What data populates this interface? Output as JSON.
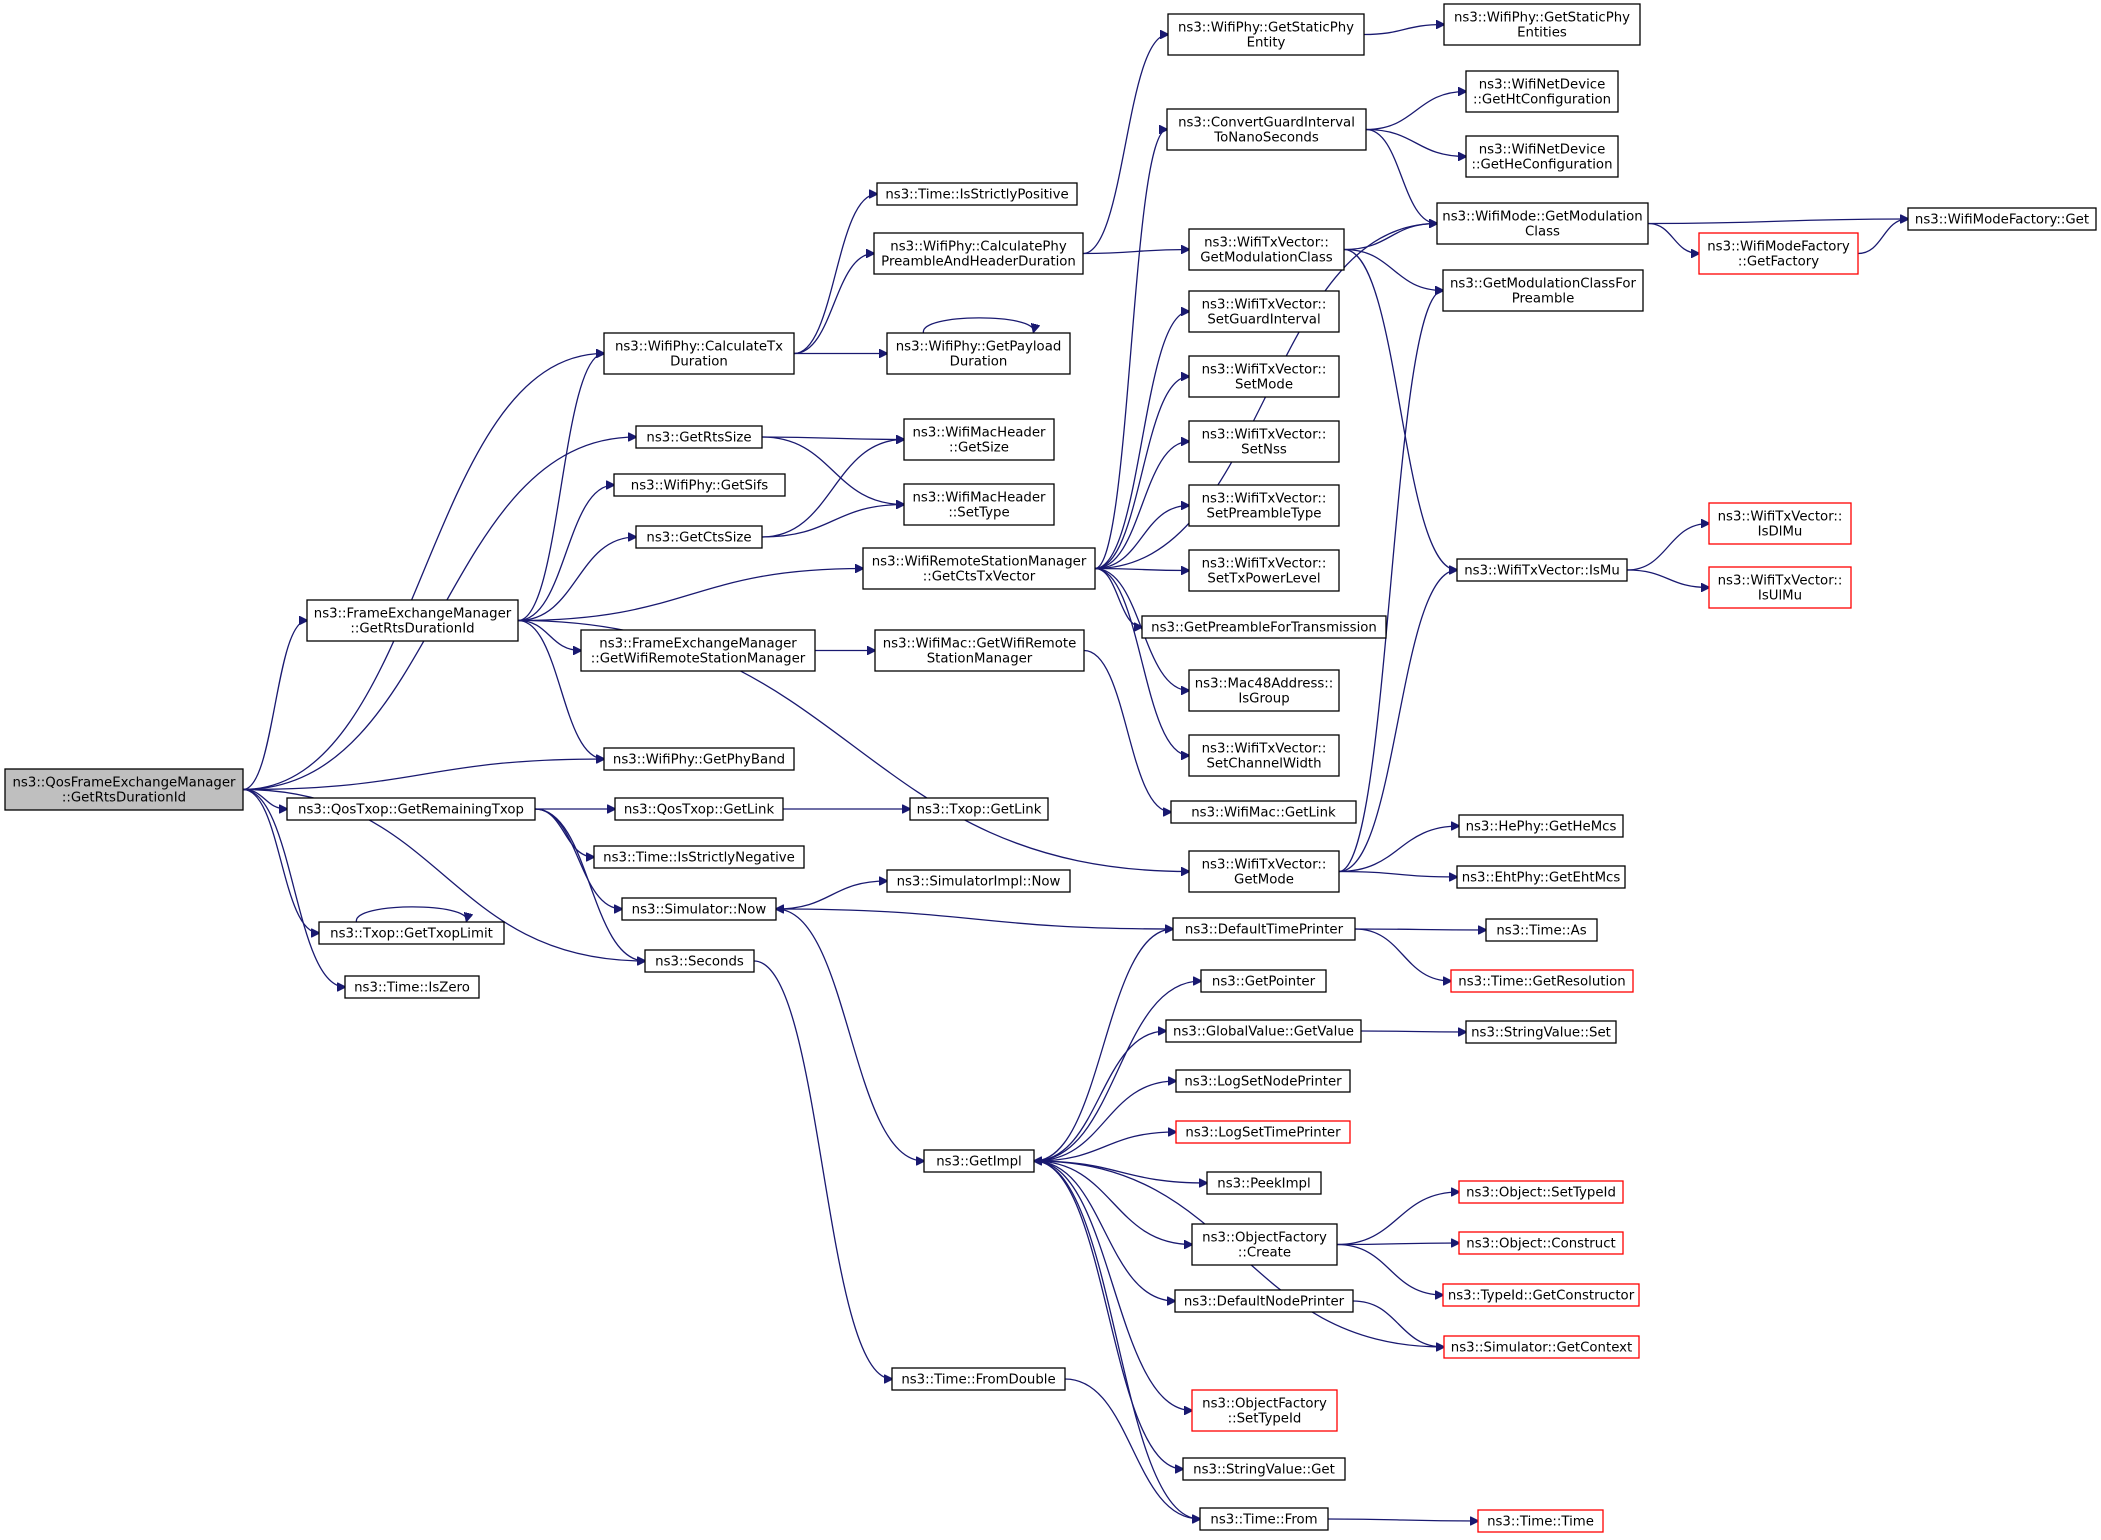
{
  "colors": {
    "edge": "#191970",
    "node_border": "#000000",
    "truncated_border": "#ff0000",
    "root_fill": "#bfbfbf",
    "node_fill": "#ffffff"
  },
  "nodes": [
    {
      "id": "root",
      "lines": [
        "ns3::QosFrameExchangeManager",
        "::GetRtsDurationId"
      ],
      "style": "root"
    },
    {
      "id": "calcTx",
      "lines": [
        "ns3::WifiPhy::CalculateTx",
        "Duration"
      ]
    },
    {
      "id": "getRtsSize",
      "lines": [
        "ns3::GetRtsSize"
      ]
    },
    {
      "id": "getSifs",
      "lines": [
        "ns3::WifiPhy::GetSifs"
      ]
    },
    {
      "id": "getCtsSize",
      "lines": [
        "ns3::GetCtsSize"
      ]
    },
    {
      "id": "femGetRts",
      "lines": [
        "ns3::FrameExchangeManager",
        "::GetRtsDurationId"
      ]
    },
    {
      "id": "femGetWrsm",
      "lines": [
        "ns3::FrameExchangeManager",
        "::GetWifiRemoteStationManager"
      ]
    },
    {
      "id": "getPhyBand",
      "lines": [
        "ns3::WifiPhy::GetPhyBand"
      ]
    },
    {
      "id": "getRemTxop",
      "lines": [
        "ns3::QosTxop::GetRemainingTxop"
      ]
    },
    {
      "id": "getTxopLimit",
      "lines": [
        "ns3::Txop::GetTxopLimit"
      ]
    },
    {
      "id": "isZero",
      "lines": [
        "ns3::Time::IsZero"
      ]
    },
    {
      "id": "isStrictlyPos",
      "lines": [
        "ns3::Time::IsStrictlyPositive"
      ]
    },
    {
      "id": "calcPreamble",
      "lines": [
        "ns3::WifiPhy::CalculatePhy",
        "PreambleAndHeaderDuration"
      ]
    },
    {
      "id": "getPayload",
      "lines": [
        "ns3::WifiPhy::GetPayload",
        "Duration"
      ]
    },
    {
      "id": "macGetSize",
      "lines": [
        "ns3::WifiMacHeader",
        "::GetSize"
      ]
    },
    {
      "id": "macSetType",
      "lines": [
        "ns3::WifiMacHeader",
        "::SetType"
      ]
    },
    {
      "id": "getCtsTxVector",
      "lines": [
        "ns3::WifiRemoteStationManager",
        "::GetCtsTxVector"
      ]
    },
    {
      "id": "macGetWrsm",
      "lines": [
        "ns3::WifiMac::GetWifiRemote",
        "StationManager"
      ]
    },
    {
      "id": "qosGetLink",
      "lines": [
        "ns3::QosTxop::GetLink"
      ]
    },
    {
      "id": "isStrictlyNeg",
      "lines": [
        "ns3::Time::IsStrictlyNegative"
      ]
    },
    {
      "id": "simNow",
      "lines": [
        "ns3::Simulator::Now"
      ]
    },
    {
      "id": "seconds",
      "lines": [
        "ns3::Seconds"
      ]
    },
    {
      "id": "txopGetLink",
      "lines": [
        "ns3::Txop::GetLink"
      ]
    },
    {
      "id": "simImplNow",
      "lines": [
        "ns3::SimulatorImpl::Now"
      ]
    },
    {
      "id": "getImpl",
      "lines": [
        "ns3::GetImpl"
      ]
    },
    {
      "id": "fromDouble",
      "lines": [
        "ns3::Time::FromDouble"
      ]
    },
    {
      "id": "getStaticPhy",
      "lines": [
        "ns3::WifiPhy::GetStaticPhy",
        "Entity"
      ]
    },
    {
      "id": "convertGI",
      "lines": [
        "ns3::ConvertGuardInterval",
        "ToNanoSeconds"
      ]
    },
    {
      "id": "txvGetModClass",
      "lines": [
        "ns3::WifiTxVector::",
        "GetModulationClass"
      ]
    },
    {
      "id": "setGI",
      "lines": [
        "ns3::WifiTxVector::",
        "SetGuardInterval"
      ]
    },
    {
      "id": "setMode",
      "lines": [
        "ns3::WifiTxVector::",
        "SetMode"
      ]
    },
    {
      "id": "setNss",
      "lines": [
        "ns3::WifiTxVector::",
        "SetNss"
      ]
    },
    {
      "id": "setPreambleType",
      "lines": [
        "ns3::WifiTxVector::",
        "SetPreambleType"
      ]
    },
    {
      "id": "setTxPower",
      "lines": [
        "ns3::WifiTxVector::",
        "SetTxPowerLevel"
      ]
    },
    {
      "id": "getPreambleTx",
      "lines": [
        "ns3::GetPreambleForTransmission"
      ]
    },
    {
      "id": "isGroup",
      "lines": [
        "ns3::Mac48Address::",
        "IsGroup"
      ]
    },
    {
      "id": "setChWidth",
      "lines": [
        "ns3::WifiTxVector::",
        "SetChannelWidth"
      ]
    },
    {
      "id": "macGetLink",
      "lines": [
        "ns3::WifiMac::GetLink"
      ]
    },
    {
      "id": "txvGetMode",
      "lines": [
        "ns3::WifiTxVector::",
        "GetMode"
      ]
    },
    {
      "id": "defTimePrinter",
      "lines": [
        "ns3::DefaultTimePrinter"
      ]
    },
    {
      "id": "getPointer",
      "lines": [
        "ns3::GetPointer"
      ]
    },
    {
      "id": "gvGetValue",
      "lines": [
        "ns3::GlobalValue::GetValue"
      ]
    },
    {
      "id": "logSetNode",
      "lines": [
        "ns3::LogSetNodePrinter"
      ]
    },
    {
      "id": "logSetTime",
      "lines": [
        "ns3::LogSetTimePrinter"
      ],
      "style": "truncated"
    },
    {
      "id": "peekImpl",
      "lines": [
        "ns3::PeekImpl"
      ]
    },
    {
      "id": "ofCreate",
      "lines": [
        "ns3::ObjectFactory",
        "::Create"
      ]
    },
    {
      "id": "defNodePrinter",
      "lines": [
        "ns3::DefaultNodePrinter"
      ]
    },
    {
      "id": "ofSetTypeId",
      "lines": [
        "ns3::ObjectFactory",
        "::SetTypeId"
      ],
      "style": "truncated"
    },
    {
      "id": "svGet",
      "lines": [
        "ns3::StringValue::Get"
      ]
    },
    {
      "id": "timeFrom",
      "lines": [
        "ns3::Time::From"
      ]
    },
    {
      "id": "getStaticPhyEnt",
      "lines": [
        "ns3::WifiPhy::GetStaticPhy",
        "Entities"
      ]
    },
    {
      "id": "getHtConf",
      "lines": [
        "ns3::WifiNetDevice",
        "::GetHtConfiguration"
      ]
    },
    {
      "id": "getHeConf",
      "lines": [
        "ns3::WifiNetDevice",
        "::GetHeConfiguration"
      ]
    },
    {
      "id": "modeGetModClass",
      "lines": [
        "ns3::WifiMode::GetModulation",
        "Class"
      ]
    },
    {
      "id": "getModClassPre",
      "lines": [
        "ns3::GetModulationClassFor",
        "Preamble"
      ]
    },
    {
      "id": "txvIsMu",
      "lines": [
        "ns3::WifiTxVector::IsMu"
      ]
    },
    {
      "id": "heGetHeMcs",
      "lines": [
        "ns3::HePhy::GetHeMcs"
      ]
    },
    {
      "id": "ehtGetEhtMcs",
      "lines": [
        "ns3::EhtPhy::GetEhtMcs"
      ]
    },
    {
      "id": "timeAs",
      "lines": [
        "ns3::Time::As"
      ]
    },
    {
      "id": "timeGetRes",
      "lines": [
        "ns3::Time::GetResolution"
      ],
      "style": "truncated"
    },
    {
      "id": "svSet",
      "lines": [
        "ns3::StringValue::Set"
      ]
    },
    {
      "id": "objSetTypeId",
      "lines": [
        "ns3::Object::SetTypeId"
      ],
      "style": "truncated"
    },
    {
      "id": "objConstruct",
      "lines": [
        "ns3::Object::Construct"
      ],
      "style": "truncated"
    },
    {
      "id": "typeIdGetCtor",
      "lines": [
        "ns3::TypeId::GetConstructor"
      ],
      "style": "truncated"
    },
    {
      "id": "simGetContext",
      "lines": [
        "ns3::Simulator::GetContext"
      ],
      "style": "truncated"
    },
    {
      "id": "timeTime",
      "lines": [
        "ns3::Time::Time"
      ],
      "style": "truncated"
    },
    {
      "id": "modeFactoryGet",
      "lines": [
        "ns3::WifiModeFactory::Get"
      ]
    },
    {
      "id": "modeFactoryGetFactory",
      "lines": [
        "ns3::WifiModeFactory",
        "::GetFactory"
      ],
      "style": "truncated"
    },
    {
      "id": "isDlMu",
      "lines": [
        "ns3::WifiTxVector::",
        "IsDlMu"
      ],
      "style": "truncated"
    },
    {
      "id": "isUlMu",
      "lines": [
        "ns3::WifiTxVector::",
        "IsUlMu"
      ],
      "style": "truncated"
    }
  ],
  "edges": [
    [
      "root",
      "calcTx"
    ],
    [
      "root",
      "getRtsSize"
    ],
    [
      "root",
      "femGetRts"
    ],
    [
      "root",
      "getPhyBand"
    ],
    [
      "root",
      "getRemTxop"
    ],
    [
      "root",
      "getTxopLimit"
    ],
    [
      "root",
      "isZero"
    ],
    [
      "root",
      "seconds"
    ],
    [
      "calcTx",
      "isStrictlyPos"
    ],
    [
      "calcTx",
      "calcPreamble"
    ],
    [
      "calcTx",
      "getPayload"
    ],
    [
      "getRtsSize",
      "macGetSize"
    ],
    [
      "getRtsSize",
      "macSetType"
    ],
    [
      "getCtsSize",
      "macGetSize"
    ],
    [
      "getCtsSize",
      "macSetType"
    ],
    [
      "femGetRts",
      "calcTx"
    ],
    [
      "femGetRts",
      "getSifs"
    ],
    [
      "femGetRts",
      "getCtsSize"
    ],
    [
      "femGetRts",
      "getCtsTxVector"
    ],
    [
      "femGetRts",
      "femGetWrsm"
    ],
    [
      "femGetRts",
      "getPhyBand"
    ],
    [
      "femGetRts",
      "txvGetMode"
    ],
    [
      "femGetWrsm",
      "macGetWrsm"
    ],
    [
      "getRemTxop",
      "qosGetLink"
    ],
    [
      "getRemTxop",
      "isStrictlyNeg"
    ],
    [
      "getRemTxop",
      "simNow"
    ],
    [
      "getRemTxop",
      "seconds"
    ],
    [
      "getTxopLimit",
      "getTxopLimit"
    ],
    [
      "calcPreamble",
      "getStaticPhy"
    ],
    [
      "calcPreamble",
      "txvGetModClass"
    ],
    [
      "getPayload",
      "getPayload"
    ],
    [
      "getCtsTxVector",
      "convertGI"
    ],
    [
      "getCtsTxVector",
      "modeGetModClass"
    ],
    [
      "getCtsTxVector",
      "setGI"
    ],
    [
      "getCtsTxVector",
      "setMode"
    ],
    [
      "getCtsTxVector",
      "setNss"
    ],
    [
      "getCtsTxVector",
      "setPreambleType"
    ],
    [
      "getCtsTxVector",
      "setTxPower"
    ],
    [
      "getCtsTxVector",
      "getPreambleTx"
    ],
    [
      "getCtsTxVector",
      "isGroup"
    ],
    [
      "getCtsTxVector",
      "setChWidth"
    ],
    [
      "macGetWrsm",
      "macGetLink"
    ],
    [
      "qosGetLink",
      "txopGetLink"
    ],
    [
      "simNow",
      "simImplNow"
    ],
    [
      "simNow",
      "getImpl"
    ],
    [
      "seconds",
      "fromDouble"
    ],
    [
      "fromDouble",
      "timeFrom"
    ],
    [
      "getImpl",
      "defTimePrinter"
    ],
    [
      "getImpl",
      "getPointer"
    ],
    [
      "getImpl",
      "gvGetValue"
    ],
    [
      "getImpl",
      "logSetNode"
    ],
    [
      "getImpl",
      "logSetTime"
    ],
    [
      "getImpl",
      "peekImpl"
    ],
    [
      "getImpl",
      "ofCreate"
    ],
    [
      "getImpl",
      "defNodePrinter"
    ],
    [
      "getImpl",
      "ofSetTypeId"
    ],
    [
      "getImpl",
      "svGet"
    ],
    [
      "getImpl",
      "timeFrom"
    ],
    [
      "defTimePrinter",
      "simNow"
    ],
    [
      "defTimePrinter",
      "timeAs"
    ],
    [
      "defTimePrinter",
      "timeGetRes"
    ],
    [
      "gvGetValue",
      "svSet"
    ],
    [
      "ofCreate",
      "objSetTypeId"
    ],
    [
      "ofCreate",
      "objConstruct"
    ],
    [
      "ofCreate",
      "typeIdGetCtor"
    ],
    [
      "defNodePrinter",
      "simGetContext"
    ],
    [
      "simGetContext",
      "getImpl"
    ],
    [
      "timeFrom",
      "timeTime"
    ],
    [
      "getStaticPhy",
      "getStaticPhyEnt"
    ],
    [
      "convertGI",
      "getHtConf"
    ],
    [
      "convertGI",
      "getHeConf"
    ],
    [
      "convertGI",
      "modeGetModClass"
    ],
    [
      "txvGetModClass",
      "modeGetModClass"
    ],
    [
      "txvGetModClass",
      "getModClassPre"
    ],
    [
      "txvGetModClass",
      "txvIsMu"
    ],
    [
      "txvGetMode",
      "heGetHeMcs"
    ],
    [
      "txvGetMode",
      "ehtGetEhtMcs"
    ],
    [
      "txvGetMode",
      "txvIsMu"
    ],
    [
      "txvGetMode",
      "getModClassPre"
    ],
    [
      "modeGetModClass",
      "modeFactoryGet"
    ],
    [
      "modeGetModClass",
      "modeFactoryGetFactory"
    ],
    [
      "modeFactoryGetFactory",
      "modeFactoryGet"
    ],
    [
      "txvIsMu",
      "isDlMu"
    ],
    [
      "txvIsMu",
      "isUlMu"
    ]
  ]
}
